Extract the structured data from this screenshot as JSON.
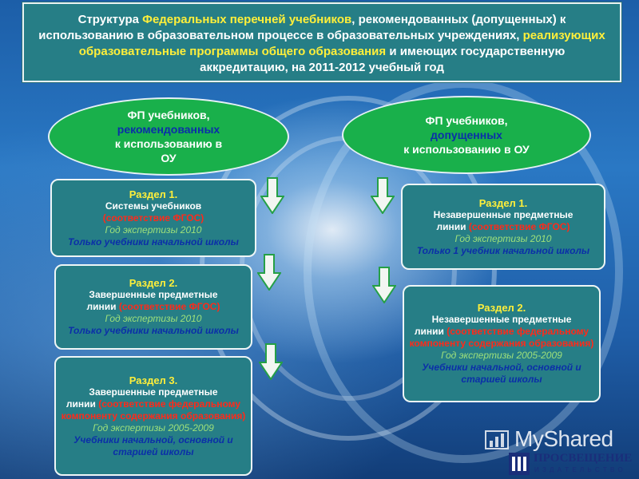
{
  "title": {
    "part1": "Структура ",
    "part2": "Федеральных перечней учебников",
    "part3": ", рекомендованных (допущенных) к использованию в образовательном процессе в образовательных учреждениях, ",
    "part4": "реализующих образовательные программы общего образования",
    "part5": " и имеющих государственную аккредитацию, на 2011-2012 учебный год"
  },
  "left_oval": {
    "line1": "ФП учебников,",
    "line2": "рекомендованных",
    "line3": "к использованию  в",
    "line4": "ОУ"
  },
  "right_oval": {
    "line1": "ФП учебников,",
    "line2": "допущенных",
    "line3": "к использованию в ОУ"
  },
  "left_boxes": [
    {
      "head": "Раздел 1.",
      "l1": "Системы учебников",
      "l2": "(соответствие ФГОС)",
      "l3": "Год экспертизы 2010",
      "l4": "Только учебники начальной школы"
    },
    {
      "head": "Раздел 2.",
      "l1": "Завершенные  предметные",
      "l2a": "линии ",
      "l2": "(соответствие  ФГОС)",
      "l3": "Год  экспертизы  2010",
      "l4": "Только  учебники  начальной школы"
    },
    {
      "head": "Раздел 3.",
      "l1": "Завершенные  предметные",
      "l2a": "линии ",
      "l2": "(соответствие федеральному  компоненту содержания  образования)",
      "l3": "Год экспертизы  2005-2009",
      "l4": "Учебники  начальной, основной  и старшей  школы"
    }
  ],
  "right_boxes": [
    {
      "head": "Раздел 1.",
      "l1": "Незавершенные  предметные",
      "l2a": "линии ",
      "l2": "(соответствие  ФГОС)",
      "l3": "Год  экспертизы  2010",
      "l4": "Только  1 учебник  начальной школы"
    },
    {
      "head": "Раздел 2.",
      "l1": "Незавершенные  предметные",
      "l2a": "линии ",
      "l2": "(соответствие федеральному  компоненту содержания  образования)",
      "l3": "Год  экспертизы  2005-2009",
      "l4": "Учебники  начальной, основной  и старшей  школы"
    }
  ],
  "logo": {
    "myshared": "MyShared",
    "publisher": "ПРОСВЕЩЕНИЕ",
    "publisher_sub": "И З Д А Т Е Л Ь С Т В О"
  },
  "colors": {
    "box": "#267e86",
    "oval": "#19b04b",
    "highlight": "#ffef3a",
    "red": "#ff2a1a",
    "blue": "#0b2fa8",
    "green_text": "#9ee07a"
  }
}
